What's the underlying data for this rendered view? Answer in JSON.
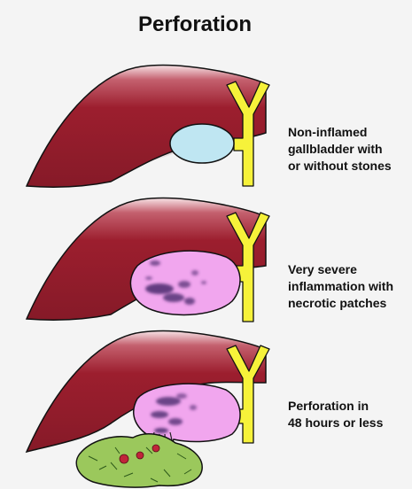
{
  "title": "Perforation",
  "stages": [
    {
      "caption_lines": [
        "Non-inflamed",
        "gallbladder with",
        "or without stones"
      ]
    },
    {
      "caption_lines": [
        "Very severe",
        "inflammation with",
        "necrotic patches"
      ]
    },
    {
      "caption_lines": [
        "Perforation in",
        "48 hours or less"
      ]
    }
  ],
  "colors": {
    "background": "#f4f4f4",
    "liver": "#9c1e2e",
    "liver_shadow": "#741422",
    "bile_duct": "#f6f23a",
    "normal_gallbladder": "#bfe6f2",
    "inflamed_gallbladder": "#f1a6ee",
    "necrotic_patch": "#4b2a6e",
    "abscess": "#9bc85c",
    "abscess_clot": "#c0253a"
  }
}
